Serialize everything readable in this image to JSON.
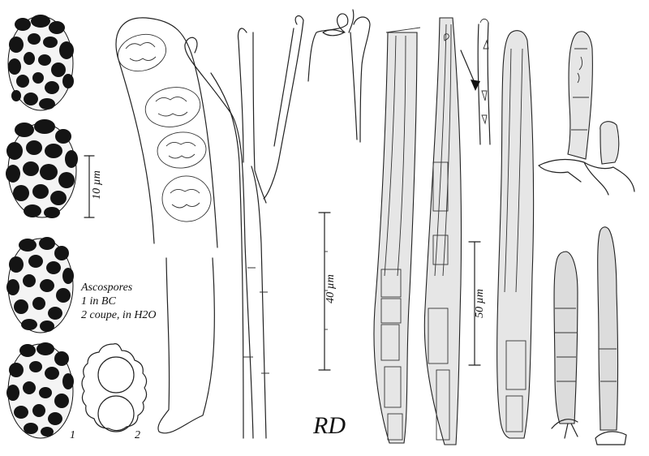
{
  "labels": {
    "scale_spore": "10 µm",
    "scale_middle": "40 µm",
    "scale_right": "50 µm",
    "legend_line1": "Ascospores",
    "legend_line2": "1 in BC",
    "legend_line3": "2 coupe, in H2O",
    "spore_num_1": "1",
    "spore_num_2": "2",
    "signature": "RD"
  },
  "colors": {
    "ink": "#222222",
    "wart": "#141414",
    "shade": "#e6e6e6"
  }
}
